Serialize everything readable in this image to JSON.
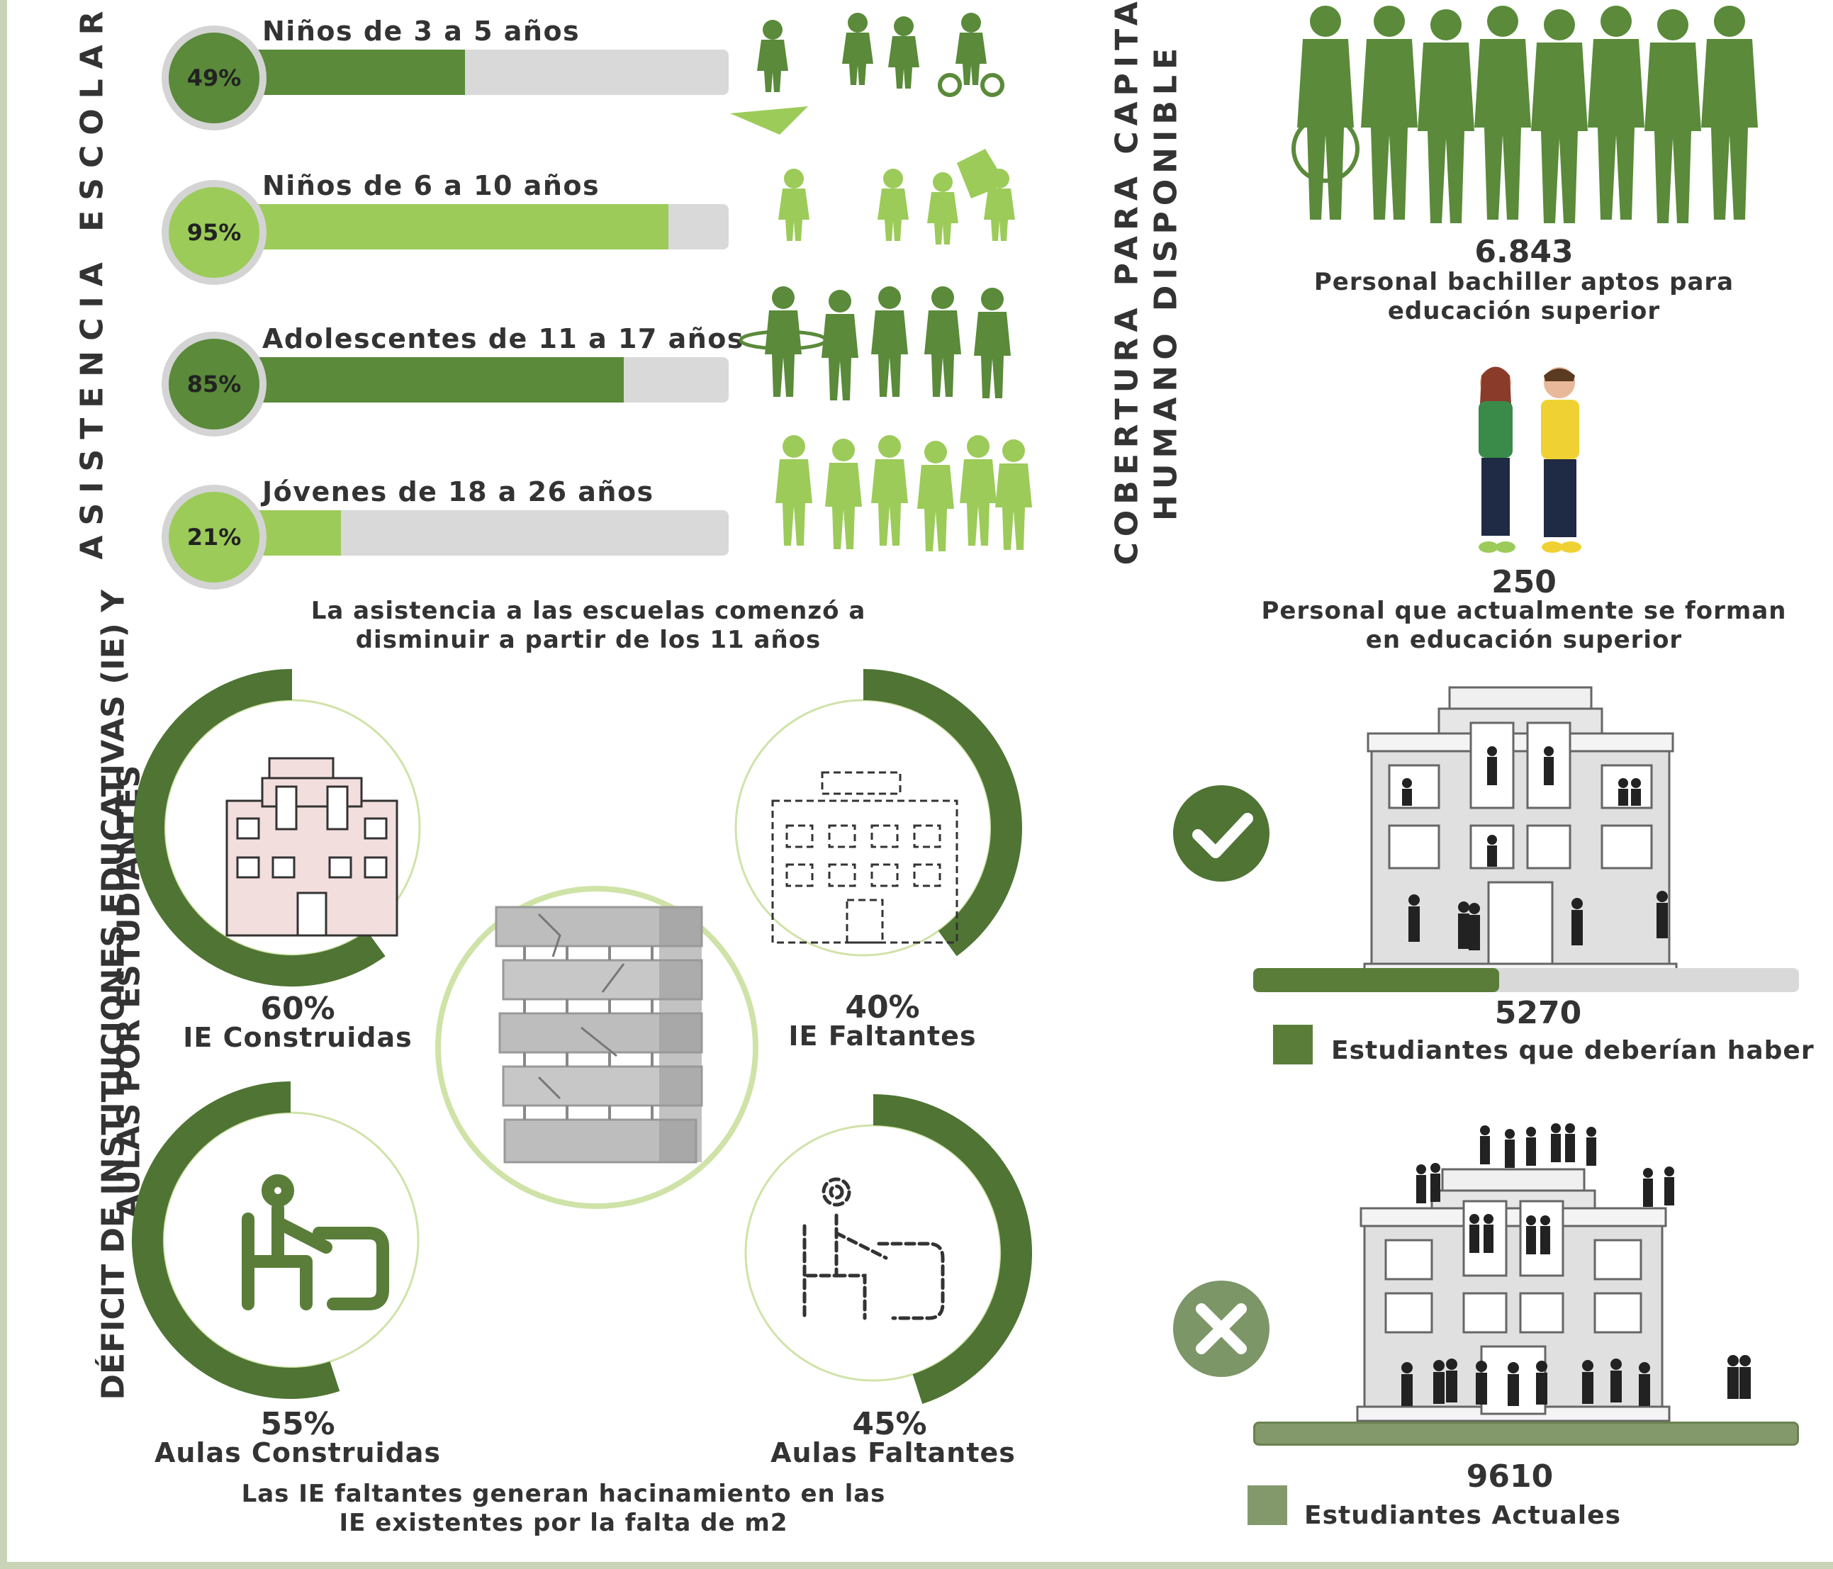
{
  "asistencia": {
    "title": "ASISTENCIA ESCOLAR",
    "groups": [
      {
        "label": "Niños de 3 a 5 años",
        "percent_text": "49%",
        "percent": 49,
        "color": "#5a8a3a"
      },
      {
        "label": "Niños de 6 a 10 años",
        "percent_text": "95%",
        "percent": 95,
        "color": "#9ccb5a"
      },
      {
        "label": "Adolescentes de 11 a 17 años",
        "percent_text": "85%",
        "percent": 85,
        "color": "#5a8a3a"
      },
      {
        "label": "Jóvenes de 18 a 26 años",
        "percent_text": "21%",
        "percent": 21,
        "color": "#9ccb5a"
      }
    ],
    "note": "La asistencia a las escuelas comenzó a disminuir a partir de los 11 años"
  },
  "cobertura": {
    "title_line1": "COBERTURA PARA CAPITAL",
    "title_line2": "HUMANO DISPONIBLE",
    "stat1_value": "6.843",
    "stat1_label": "Personal bachiller aptos para educación superior",
    "stat2_value": "250",
    "stat2_label": "Personal que actualmente se forman en educación superior"
  },
  "deficit": {
    "title_line1": "DÉFICIT DE INSTITUCIONES EDUCATIVAS (IE) Y",
    "title_line2": "AULAS POR ESTUDIANTES",
    "items": [
      {
        "percent_text": "60%",
        "percent": 60,
        "label": "IE Construidas"
      },
      {
        "percent_text": "40%",
        "percent": 40,
        "label": "IE Faltantes"
      },
      {
        "percent_text": "55%",
        "percent": 55,
        "label": "Aulas Construidas"
      },
      {
        "percent_text": "45%",
        "percent": 45,
        "label": "Aulas Faltantes"
      }
    ],
    "note": "Las IE faltantes generan hacinamiento en las IE existentes por la falta de m2"
  },
  "estudiantes": {
    "should_value": "5270",
    "should_label": "Estudiantes que deberían haber",
    "should_fraction": 0.45,
    "actual_value": "9610",
    "actual_label": "Estudiantes Actuales",
    "actual_fraction": 1.0,
    "colors": {
      "dark": "#5a7e3a",
      "gray": "#84996b"
    }
  }
}
